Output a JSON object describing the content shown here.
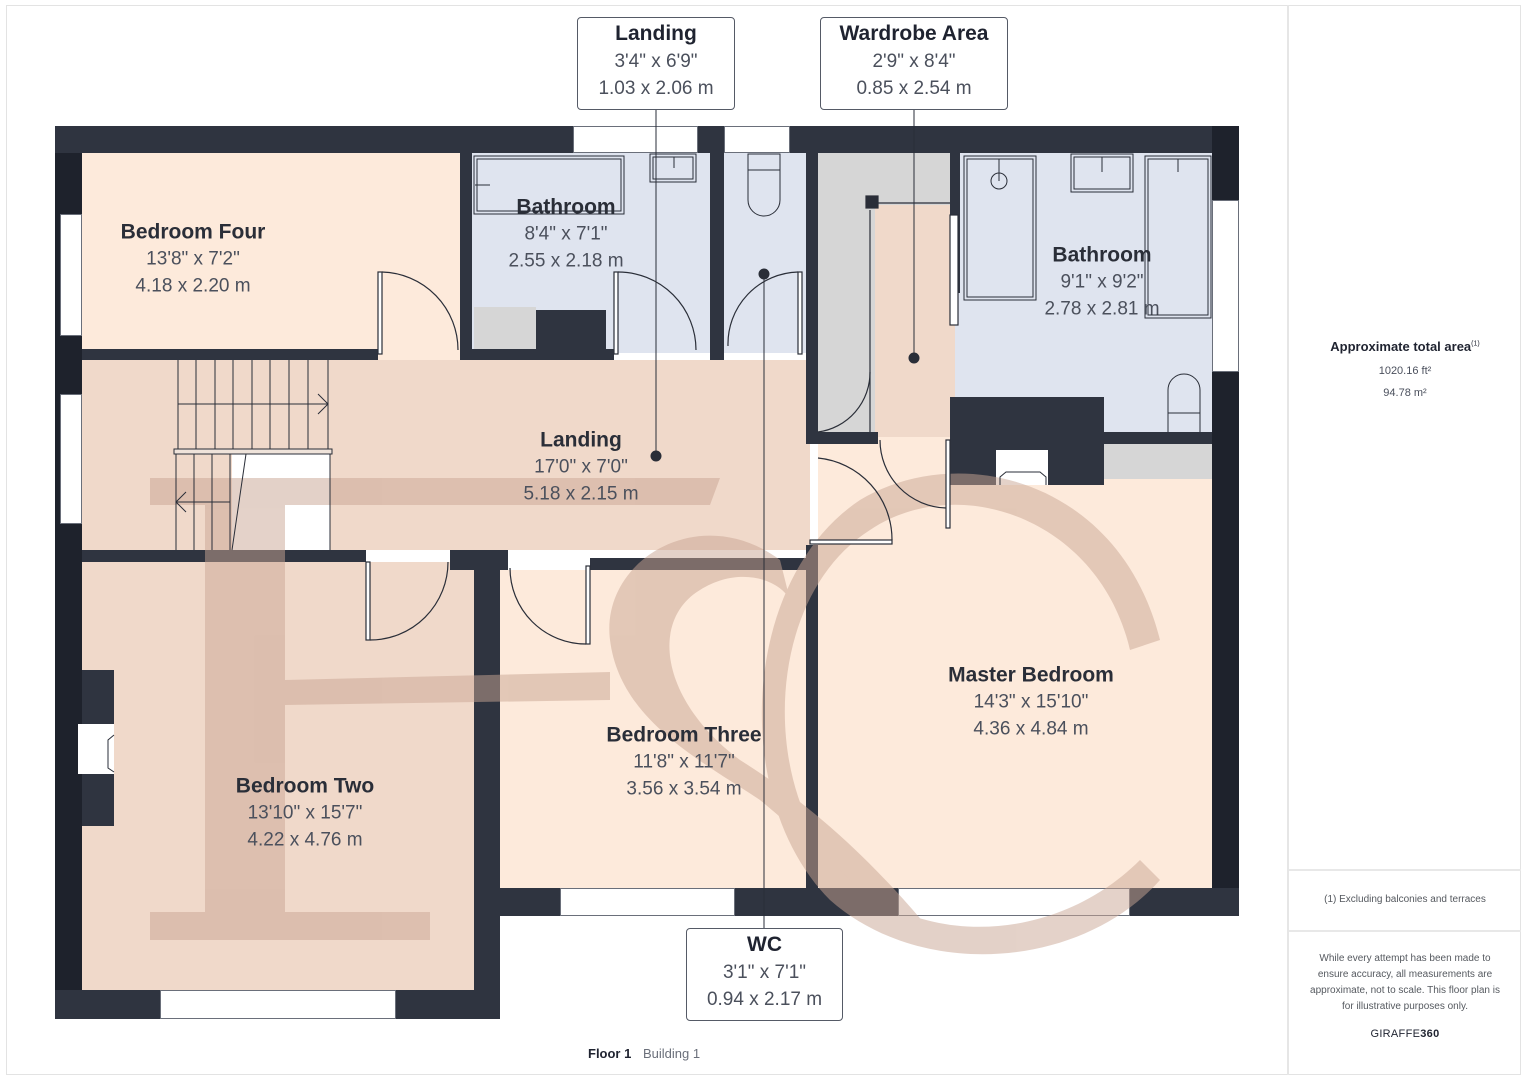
{
  "floor_plan": {
    "rooms": [
      {
        "id": "bedroom_four",
        "name": "Bedroom Four",
        "imperial": "13'8\" x 7'2\"",
        "metric": "4.18 x 2.20 m"
      },
      {
        "id": "bathroom_1",
        "name": "Bathroom",
        "imperial": "8'4\" x 7'1\"",
        "metric": "2.55 x 2.18 m"
      },
      {
        "id": "bathroom_2",
        "name": "Bathroom",
        "imperial": "9'1\" x 9'2\"",
        "metric": "2.78 x 2.81 m"
      },
      {
        "id": "landing_main",
        "name": "Landing",
        "imperial": "17'0\" x 7'0\"",
        "metric": "5.18 x 2.15 m"
      },
      {
        "id": "bedroom_two",
        "name": "Bedroom Two",
        "imperial": "13'10\" x 15'7\"",
        "metric": "4.22 x 4.76 m"
      },
      {
        "id": "bedroom_three",
        "name": "Bedroom Three",
        "imperial": "11'8\" x 11'7\"",
        "metric": "3.56 x 3.54 m"
      },
      {
        "id": "master_bedroom",
        "name": "Master Bedroom",
        "imperial": "14'3\" x 15'10\"",
        "metric": "4.36 x 4.84 m"
      }
    ],
    "callouts": [
      {
        "id": "landing_small",
        "name": "Landing",
        "imperial": "3'4\" x 6'9\"",
        "metric": "1.03 x 2.06 m"
      },
      {
        "id": "wardrobe_area",
        "name": "Wardrobe Area",
        "imperial": "2'9\" x 8'4\"",
        "metric": "0.85 x 2.54 m"
      },
      {
        "id": "wc",
        "name": "WC",
        "imperial": "3'1\" x 7'1\"",
        "metric": "0.94 x 2.17 m"
      }
    ],
    "colors": {
      "wall": "#2f3440",
      "bedroom_fill": "#fdeadb",
      "landing_fill": "#f0d9ca",
      "bathroom_fill": "#dfe4ef",
      "storage_fill": "#d6d6d6",
      "watermark": "#c9a593"
    },
    "watermark": "F&C"
  },
  "sidebar": {
    "area_title": "Approximate total area",
    "area_footnote_mark": "(1)",
    "area_sqft": "1020.16 ft²",
    "area_sqm": "94.78 m²",
    "footnote": "(1) Excluding balconies and terraces",
    "disclaimer": "While every attempt has been made to ensure accuracy, all measurements are approximate, not to scale. This floor plan is for illustrative purposes only.",
    "brand_light": "GIRAFFE",
    "brand_bold": "360"
  },
  "footer": {
    "floor": "Floor 1",
    "building": "Building 1"
  }
}
